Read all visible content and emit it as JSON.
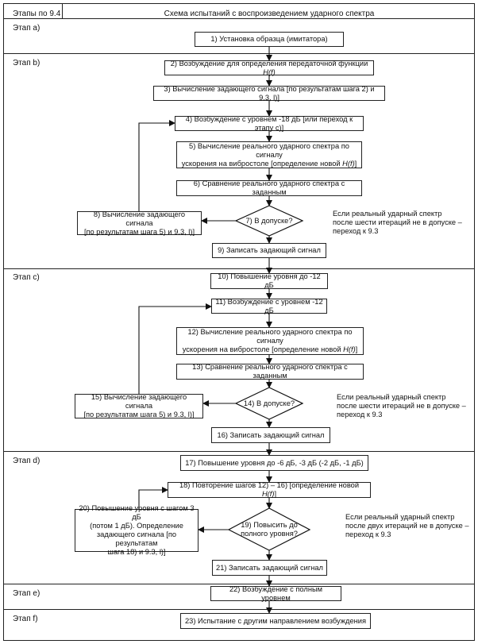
{
  "header": {
    "left": "Этапы по 9.4",
    "title": "Схема испытаний с воспроизведением ударного спектра"
  },
  "stages": {
    "a": "Этап а)",
    "b": "Этап b)",
    "c": "Этап с)",
    "d": "Этап d)",
    "e": "Этап е)",
    "f": "Этап f)"
  },
  "steps": {
    "s1": "1) Установка образца (имитатора)",
    "s2_pre": "2) Возбуждение для определения передаточной функции ",
    "hf": "H(f)",
    "s3": "3) Вычисление задающего сигнала [по результатам шага 2) и 9.3, l)]",
    "s4": "4) Возбуждение с уровнем -18 дБ [или переход к этапу с)]",
    "s5_l1": "5) Вычисление реального ударного спектра по сигналу",
    "s5_l2_pre": "ускорения на вибростоле [определение новой ",
    "s5_l2_post": "]",
    "s6": "6) Сравнение реального ударного спектра с заданным",
    "s7": "7) В допуске?",
    "s8_l1": "8) Вычисление задающего сигнала",
    "s8_l2": "[по результатам шага 5) и 9.3, l)]",
    "s9": "9) Записать задающий сигнал",
    "s10": "10) Повышение уровня до -12 дБ",
    "s11": "11) Возбуждение с уровнем -12 дБ",
    "s12_l1": "12) Вычисление реального ударного спектра по сигналу",
    "s12_l2_pre": "ускорения на вибростоле [определение новой ",
    "s12_l2_post": "]",
    "s13": "13) Сравнение реального ударного спектра с заданным",
    "s14": "14) В допуске?",
    "s15_l1": "15) Вычисление задающего сигнала",
    "s15_l2": "[по результатам шага 5) и 9.3, l)]",
    "s16": "16) Записать задающий сигнал",
    "s17": "17) Повышение уровня до -6 дБ, -3 дБ (-2 дБ, -1 дБ)",
    "s18_pre": "18) Повторение шагов 12) – 16) [определение новой ",
    "s18_post": "]",
    "s19_l1": "19) Повысить до",
    "s19_l2": "полного уровня?",
    "s20_l1": "20) Повышение уровня с шагом 3 дБ",
    "s20_l2": "(потом 1 дБ). Определение",
    "s20_l3": "задающего сигнала [по результатам",
    "s20_l4": "шага 18) и 9.3, l)]",
    "s21": "21) Записать задающий сигнал",
    "s22": "22) Возбуждение с полным уровнем",
    "s23": "23) Испытание с другим направлением возбуждения"
  },
  "notes": {
    "n1_l1": "Если реальный ударный спектр",
    "n1_l2": "после шести итераций не в допуске –",
    "n1_l3": "переход к 9.3",
    "n2_l1": "Если реальный ударный спектр",
    "n2_l2": "после шести итераций не в допуске –",
    "n2_l3": "переход к 9.3",
    "n3_l1": "Если реальный ударный спектр",
    "n3_l2": "после двух итераций не в допуске –",
    "n3_l3": "переход к 9.3"
  }
}
